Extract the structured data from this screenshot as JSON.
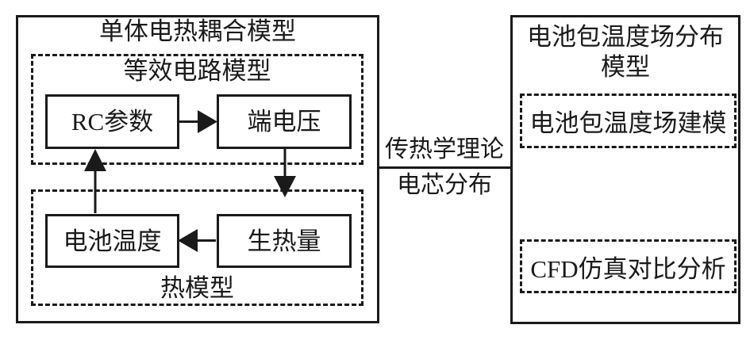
{
  "diagram": {
    "type": "block-diagram",
    "colors": {
      "ink": "#1a1a1a",
      "background": "#ffffff"
    },
    "left_panel": {
      "title": "单体电热耦合模型",
      "circuit_group": {
        "label": "等效电路模型",
        "nodes": [
          {
            "id": "rc-params",
            "label": "RC参数"
          },
          {
            "id": "terminal-voltage",
            "label": "端电压"
          }
        ]
      },
      "thermal_group": {
        "label": "热模型",
        "nodes": [
          {
            "id": "battery-temperature",
            "label": "电池温度"
          },
          {
            "id": "heat-generation",
            "label": "生热量"
          }
        ]
      },
      "arrows": [
        {
          "from": "rc-params",
          "to": "terminal-voltage",
          "direction": "right"
        },
        {
          "from": "terminal-voltage",
          "to": "thermal-group",
          "direction": "down"
        },
        {
          "from": "heat-generation",
          "to": "battery-temperature",
          "direction": "left"
        },
        {
          "from": "battery-temperature",
          "to": "rc-params",
          "direction": "up"
        }
      ]
    },
    "connector": {
      "top_label": "传热学理论",
      "bottom_label": "电芯分布"
    },
    "right_panel": {
      "title": "电池包温度场分布模型",
      "title_line1": "电池包温度场分布",
      "title_line2": "模型",
      "boxes": [
        {
          "id": "pack-field-modeling",
          "label": "电池包温度场建模"
        },
        {
          "id": "cfd-comparison",
          "label": "CFD仿真对比分析"
        }
      ]
    }
  }
}
